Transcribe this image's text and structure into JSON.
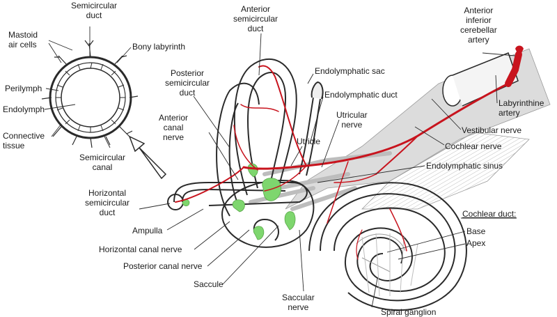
{
  "colors": {
    "artery": "#c8141e",
    "receptor": "#7ed66e",
    "nerve": "#b8b8b8",
    "outline": "#2a2a2a",
    "background": "#ffffff"
  },
  "labels": {
    "semicircular_duct": "Semicircular\nduct",
    "mastoid_air_cells": "Mastoid\nair cells",
    "bony_labyrinth": "Bony labyrinth",
    "perilymph": "Perilymph",
    "endolymph": "Endolymph",
    "connective_tissue": "Connective\ntissue",
    "semicircular_canal": "Semicircular\ncanal",
    "anterior_semicircular_duct": "Anterior\nsemicircular\nduct",
    "posterior_semicircular_duct": "Posterior\nsemicircular\nduct",
    "endolymphatic_sac": "Endolymphatic sac",
    "endolymphatic_duct": "Endolymphatic duct",
    "utricular_nerve": "Utricular\nnerve",
    "utricle": "Utricle",
    "anterior_canal_nerve": "Anterior\ncanal\nnerve",
    "horizontal_semicircular_duct": "Horizontal\nsemicircular\nduct",
    "ampulla": "Ampulla",
    "horizontal_canal_nerve": "Horizontal canal nerve",
    "posterior_canal_nerve": "Posterior canal nerve",
    "saccule": "Saccule",
    "saccular_nerve": "Saccular\nnerve",
    "spiral_ganglion": "Spiral ganglion",
    "anterior_inferior_cerebellar_artery": "Anterior\ninferior\ncerebellar\nartery",
    "labyrinthine_artery": "Labyrinthine\nartery",
    "vestibular_nerve": "Vestibular nerve",
    "cochlear_nerve": "Cochlear nerve",
    "endolymphatic_sinus": "Endolymphatic sinus",
    "cochlear_duct": "Cochlear duct:",
    "base": "Base",
    "apex": "Apex"
  }
}
